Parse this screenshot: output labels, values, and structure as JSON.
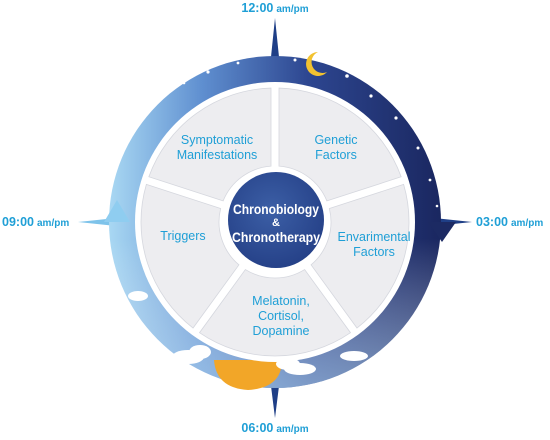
{
  "clock": {
    "top": "12:00",
    "right": "03:00",
    "bottom": "06:00",
    "left": "09:00",
    "suffix": "am/pm"
  },
  "center": {
    "line1": "Chronobiology",
    "line2": "&",
    "line3": "Chronotherapy"
  },
  "segments": {
    "symptomatic": [
      "Symptomatic",
      "Manifestations"
    ],
    "genetic": [
      "Genetic",
      "Factors"
    ],
    "environmental": [
      "Envarimental",
      "Factors"
    ],
    "hormones": [
      "Melatonin,",
      "Cortisol,",
      "Dopamine"
    ],
    "triggers": [
      "Triggers"
    ]
  },
  "colors": {
    "label_blue": "#1f9fd6",
    "center_blue": "#2f4f93",
    "night_navy": "#1c2a63",
    "day_blue": "#7ec3ea",
    "segment_fill": "#ededf0",
    "sun_orange": "#f2a628"
  }
}
